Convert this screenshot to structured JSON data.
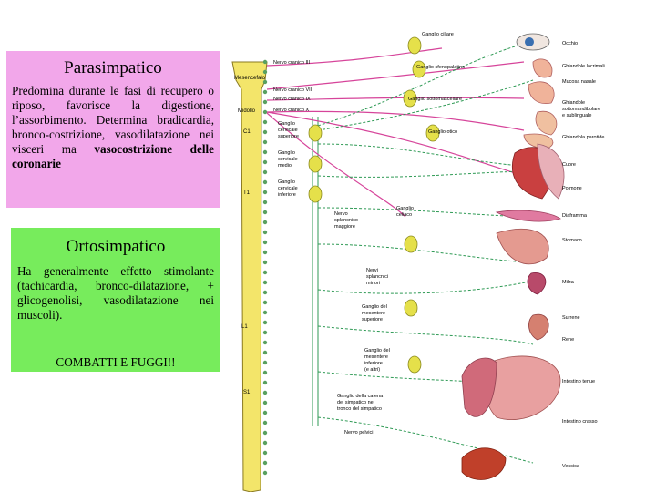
{
  "parasympathetic": {
    "title": "Parasimpatico",
    "text_main": "Predomina durante le fasi di recupero o riposo, favorisce la digestione, l’assorbimento. Determina bradicardia, bronco-costrizione, vasodilatazione nei visceri ma ",
    "text_bold": "vasocostrizione delle coronarie"
  },
  "sympathetic": {
    "title": "Ortosimpatico",
    "text": "Ha generalmente effetto stimolante (tachicardia, bronco-dilatazione, + glicogenolisi, vasodilatazione nei muscoli).",
    "slogan": "COMBATTI E FUGGI!!"
  },
  "diagram": {
    "spine_labels": {
      "mesencefalo": "Mesencefalo",
      "midollo": "Midollo",
      "c1": "C1",
      "t1": "T1",
      "l1": "L1",
      "s1": "S1"
    },
    "nerves": {
      "n3": "Nervo cranico III",
      "n7": "Nervo cranico VII",
      "n9": "Nervo cranico IX",
      "n10": "Nervo cranico X"
    },
    "ganglia": {
      "ciliare": "Ganglio ciliare",
      "sfenopalatino": "Ganglio sfenopalatino",
      "sottomascellare": "Ganglio sottomascellare",
      "otico": "Ganglio otico",
      "cerv_sup": [
        "Ganglio",
        "cervicale",
        "superiore"
      ],
      "cerv_med": [
        "Ganglio",
        "cervicale",
        "medio"
      ],
      "cerv_inf": [
        "Ganglio",
        "cervicale",
        "inferiore"
      ],
      "celiaco": [
        "Ganglio",
        "celiaco"
      ],
      "spl_mag": [
        "Nervo",
        "splancnico",
        "maggiore"
      ],
      "spl_min": [
        "Nervi",
        "splancnici",
        "minori"
      ],
      "mes_sup": [
        "Ganglio del",
        "mesentere",
        "superiore"
      ],
      "mes_inf": [
        "Ganglio del",
        "mesentere",
        "inferiore",
        "(e altri)"
      ],
      "catena": [
        "Ganglio della catena",
        "del simpatico nel",
        "tronco del simpatico"
      ],
      "pelvici": "Nervo pelvici"
    },
    "organs": {
      "occhio": "Occhio",
      "lacrimali": "Ghiandole lacrimali",
      "mucosa": "Mucosa nasale",
      "sottomandibolare": [
        "Ghiandole",
        "sottomandibolare",
        "e sublinguale"
      ],
      "parotide": "Ghiandola parotide",
      "cuore": "Cuore",
      "polmone": "Polmone",
      "diaframma": "Diaframma",
      "stomaco": "Stomaco",
      "milza": "Milza",
      "surrene": "Surrene",
      "rene": "Rene",
      "tenue": "Intestino tenue",
      "crasso": "Intestino crasso",
      "vescica": "Vescica"
    },
    "colors": {
      "parasympathetic": "#d6449a",
      "sympathetic": "#2f9a55",
      "ganglion": "#e5e04a",
      "spinal_cord": "#f3e56a"
    }
  }
}
